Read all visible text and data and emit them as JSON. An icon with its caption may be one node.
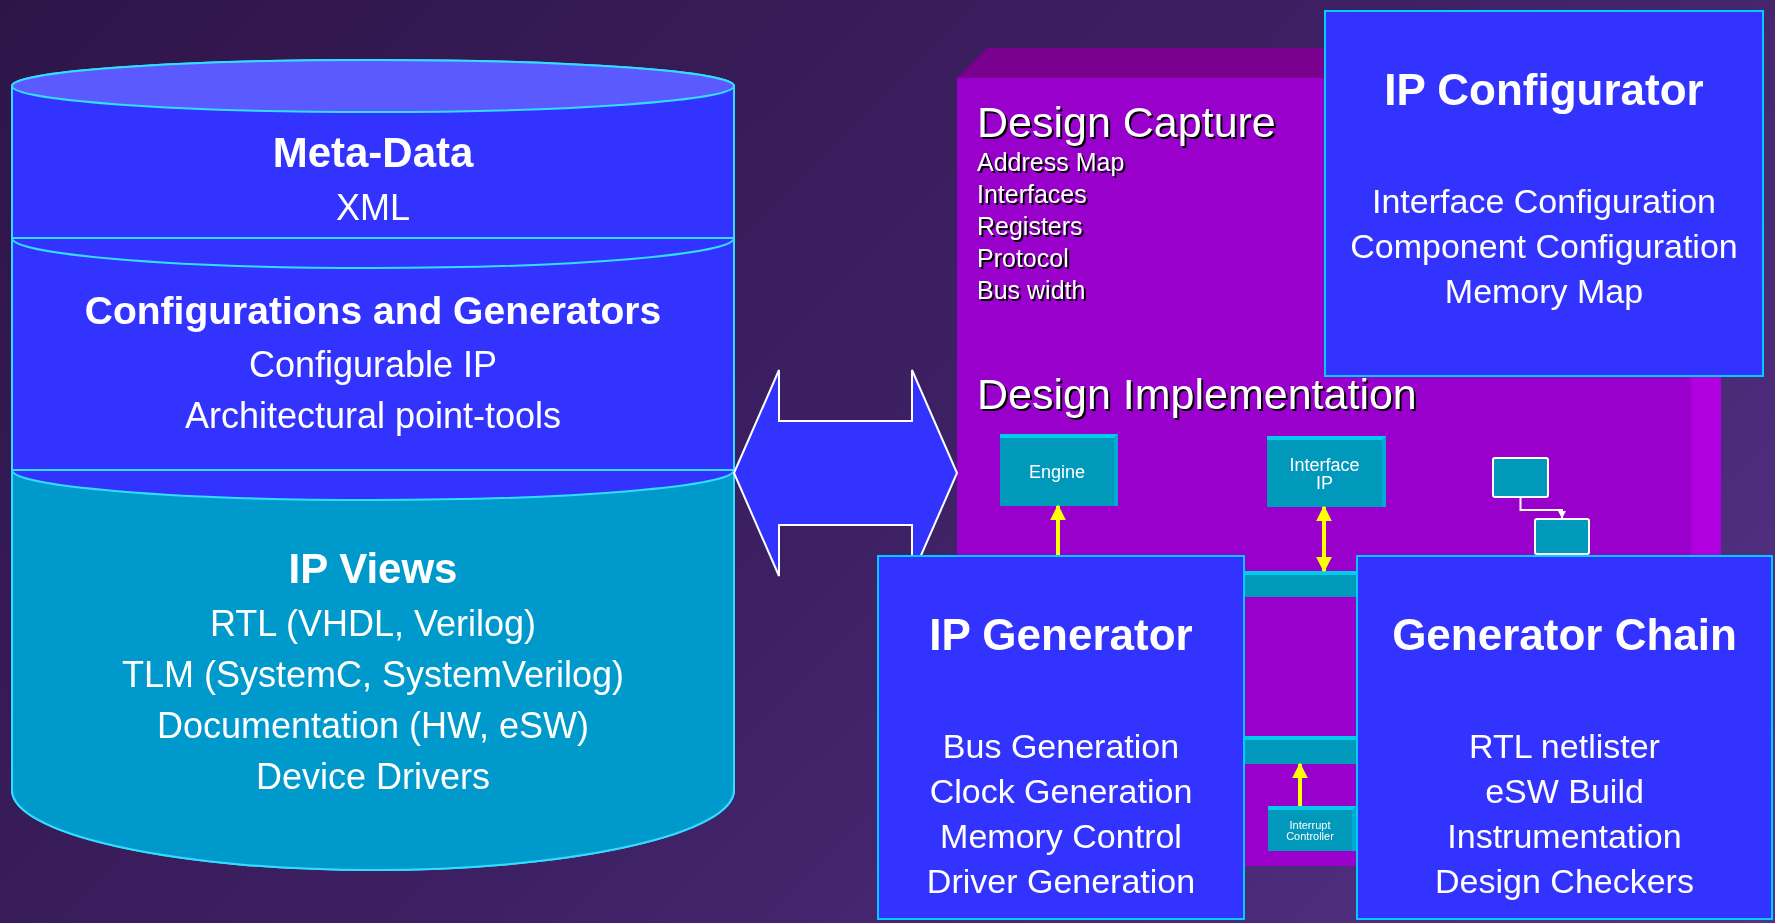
{
  "diagram": {
    "nodes": [
      {
        "text": [],
        "shape": "cylinder"
      },
      {
        "text": [
          "Meta-Data",
          "XML"
        ],
        "in": 0
      },
      {
        "text": [
          "Configurations and Generators",
          "Configurable IP",
          "Architectural point-tools"
        ],
        "in": 0
      },
      {
        "text": [
          "IP Views",
          "RTL (VHDL, Verilog)",
          "TLM (SystemC, SystemVerilog)",
          "Documentation (HW, eSW)",
          "Device Drivers"
        ],
        "in": 0
      },
      {
        "text": [
          "Design Capture",
          "Address Map",
          "Interfaces",
          "Registers",
          "Protocol",
          "Bus width",
          "Design Implementation"
        ]
      },
      {
        "text": [
          "Engine"
        ],
        "in": 4
      },
      {
        "text": [
          "Interface IP"
        ],
        "in": 4
      },
      {
        "text": [],
        "shape": "box",
        "in": 4
      },
      {
        "text": [],
        "shape": "box",
        "in": 4
      },
      {
        "text": [],
        "shape": "bar",
        "in": 4
      },
      {
        "text": [],
        "shape": "bar",
        "in": 4
      },
      {
        "text": [
          "Interrupt Controller"
        ],
        "in": 4
      },
      {
        "text": [
          "IP Configurator",
          "Interface Configuration",
          "Component Configuration",
          "Memory Map"
        ]
      },
      {
        "text": [
          "IP Generator",
          "Bus Generation",
          "Clock Generation",
          "Memory Control",
          "Driver Generation"
        ]
      },
      {
        "text": [
          "Generator Chain",
          "RTL netlister",
          "eSW Build",
          "Instrumentation",
          "Design Checkers"
        ]
      }
    ],
    "edges": [
      {
        "from": 0,
        "to": 4,
        "arrow": "both",
        "style": "thick"
      },
      {
        "from": 13,
        "to": 5,
        "arrow": "to"
      },
      {
        "from": 6,
        "to": 9,
        "arrow": "both"
      },
      {
        "from": 7,
        "to": 8,
        "arrow": "to",
        "color": "#ffffff"
      },
      {
        "from": 11,
        "to": 10,
        "arrow": "to"
      }
    ]
  }
}
